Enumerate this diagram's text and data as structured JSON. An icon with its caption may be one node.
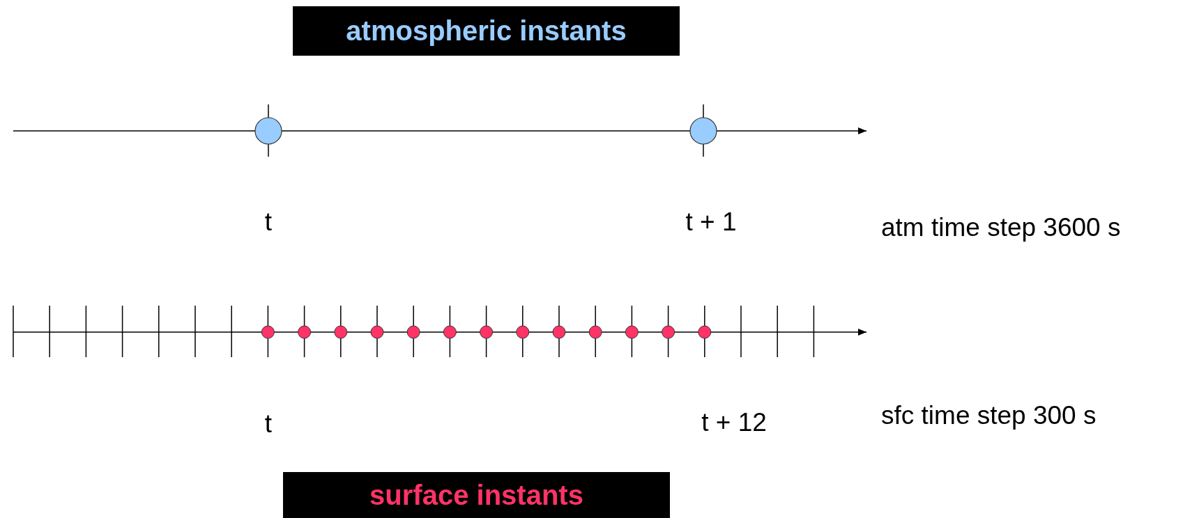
{
  "diagram": {
    "nodes": [
      {
        "text": [
          "atmospheric instants"
        ]
      },
      {
        "text": [
          "surface instants"
        ]
      }
    ],
    "labels": [
      "t",
      "t + 1",
      "atm time step 3600 s",
      "t",
      "t + 12",
      "sfc time step 300 s"
    ]
  }
}
